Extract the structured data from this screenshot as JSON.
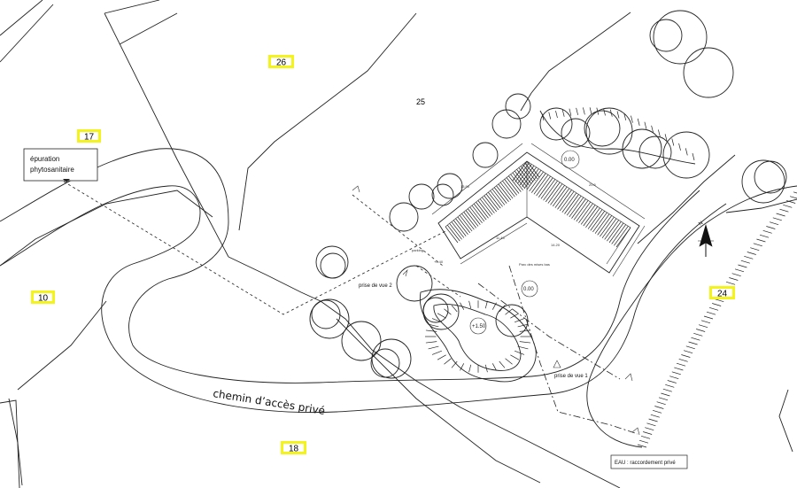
{
  "parcels": {
    "p26": "26",
    "p25": "25",
    "p17": "17",
    "p10": "10",
    "p24": "24",
    "p18": "18"
  },
  "labels": {
    "epuration_line1": "épuration",
    "epuration_line2": "phytosanitaire",
    "road": "chemin d’accès privé",
    "view2": "prise de vue 2",
    "view1": "prise de vue 1",
    "water": "EAU : raccordement privé",
    "yard": "Parc des mises bas"
  },
  "levels": {
    "top": "0.00",
    "yard": "0.00",
    "mound": "+1.50"
  },
  "compass": {
    "letter": "N"
  },
  "icons": {
    "north_arrow": "north-arrow-icon",
    "view_marker": "view-arrow-icon"
  },
  "colors": {
    "parcel_highlight": "#f4f41a",
    "line": "#222222"
  }
}
